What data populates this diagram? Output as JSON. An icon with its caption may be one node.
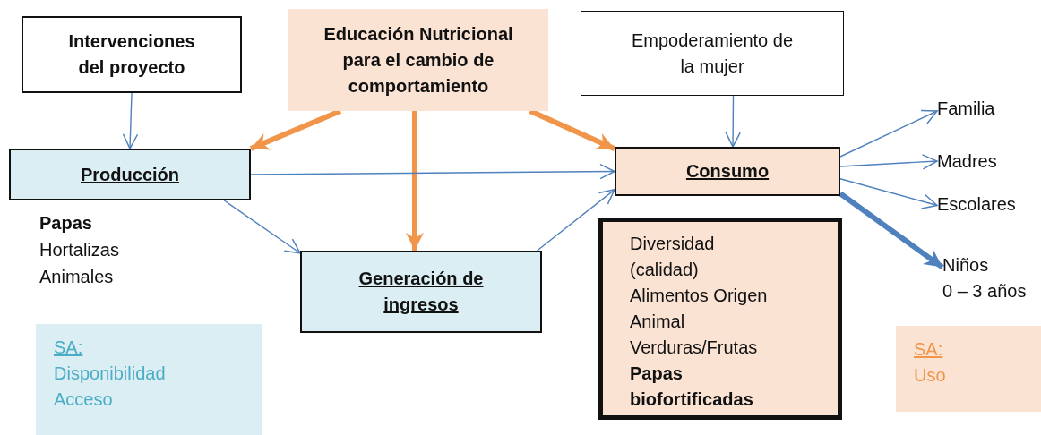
{
  "diagram": {
    "nodes": [
      {
        "text": [
          "Intervenciones del proyecto"
        ]
      },
      {
        "text": [
          "Educación Nutricional para el cambio de comportamiento"
        ]
      },
      {
        "text": [
          "Empoderamiento de la mujer"
        ]
      },
      {
        "text": [
          "Producción"
        ],
        "beside": [
          "Papas",
          "Hortalizas",
          "Animales"
        ]
      },
      {
        "text": [
          "Consumo"
        ]
      },
      {
        "text": [
          "Familia"
        ]
      },
      {
        "text": [
          "Madres"
        ]
      },
      {
        "text": [
          "Escolares"
        ]
      },
      {
        "text": [
          "Generación de ingresos"
        ]
      },
      {
        "text": [
          "Diversidad (calidad)",
          "Alimentos Origen Animal",
          "Verduras/Frutas",
          "Papas biofortificadas"
        ]
      },
      {
        "text": [
          "Niños",
          "0 – 3 años"
        ]
      },
      {
        "text": [
          "SA:",
          "Disponibilidad",
          "Acceso"
        ]
      },
      {
        "text": [
          "SA:",
          "Uso"
        ]
      }
    ],
    "edges": [
      {
        "from": 0,
        "to": 3,
        "arrow": "to"
      },
      {
        "from": 1,
        "to": 3,
        "arrow": "to",
        "style": "thick",
        "color": "#f0954a"
      },
      {
        "from": 1,
        "to": 8,
        "arrow": "to",
        "style": "thick",
        "color": "#f0954a"
      },
      {
        "from": 1,
        "to": 4,
        "arrow": "to",
        "style": "thick",
        "color": "#f0954a"
      },
      {
        "from": 2,
        "to": 4,
        "arrow": "to"
      },
      {
        "from": 3,
        "to": 4,
        "arrow": "to"
      },
      {
        "from": 3,
        "to": 8,
        "arrow": "to"
      },
      {
        "from": 8,
        "to": 4,
        "arrow": "to"
      },
      {
        "from": 4,
        "to": 5,
        "arrow": "to"
      },
      {
        "from": 4,
        "to": 6,
        "arrow": "to"
      },
      {
        "from": 4,
        "to": 7,
        "arrow": "to"
      },
      {
        "from": 4,
        "to": 10,
        "arrow": "to",
        "style": "thick"
      }
    ]
  }
}
